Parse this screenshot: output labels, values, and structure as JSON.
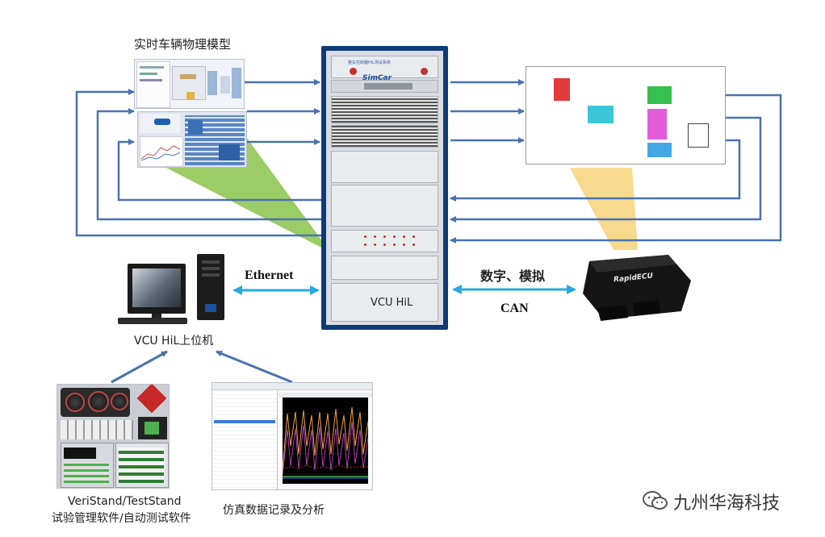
{
  "labels": {
    "vehicle_model": "实时车辆物理模型",
    "ethernet": "Ethernet",
    "vcu_hil": "VCU HiL",
    "signals": "数字、模拟",
    "can": "CAN",
    "host_pc": "VCU HiL上位机",
    "veristand_line1": "VeriStand/TestStand",
    "veristand_line2": "试验管理软件/自动测试软件",
    "simdata": "仿真数据记录及分析"
  },
  "cabinet": {
    "brand": "SimCar",
    "title": "整车控制器HiL测试系统"
  },
  "ecu": {
    "brand": "RapidECU"
  },
  "watermark": {
    "text": "九州华海科技"
  },
  "colors": {
    "arrow_blue": "#4a72b0",
    "cyan_arrow": "#2aa8e0",
    "cabinet_frame": "#0f3a78",
    "green_beam": "#8bc34a",
    "yellow_beam": "#f6d37a"
  },
  "icons": [
    "wechat-icon"
  ]
}
